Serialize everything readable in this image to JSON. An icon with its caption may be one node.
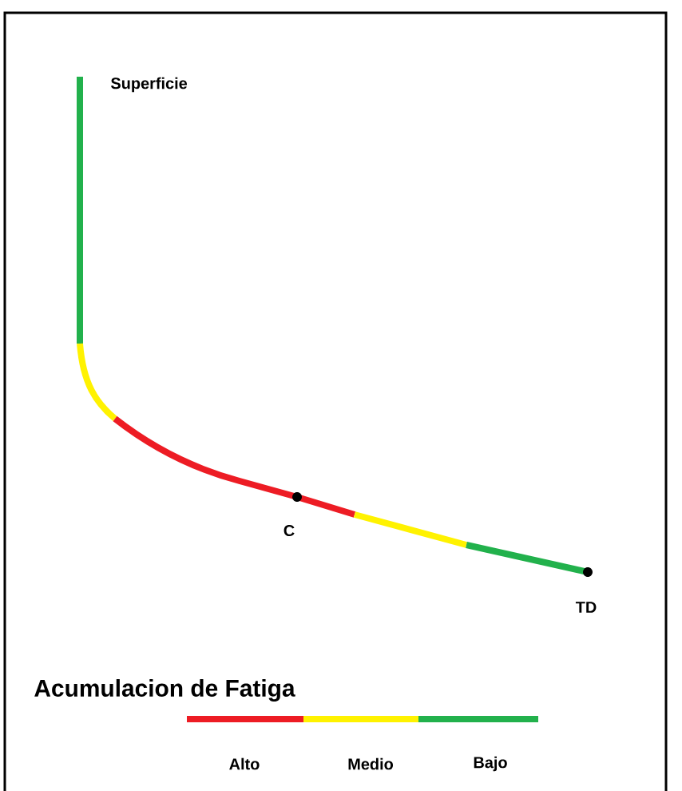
{
  "diagram": {
    "labels": [
      "Superficie",
      "C",
      "TD",
      "Acumulacion de Fatiga"
    ],
    "legend": [
      {
        "text": "Alto",
        "color": "#ed1c24"
      },
      {
        "text": "Medio",
        "color": "#fff200"
      },
      {
        "text": "Bajo",
        "color": "#22b14c"
      }
    ]
  }
}
